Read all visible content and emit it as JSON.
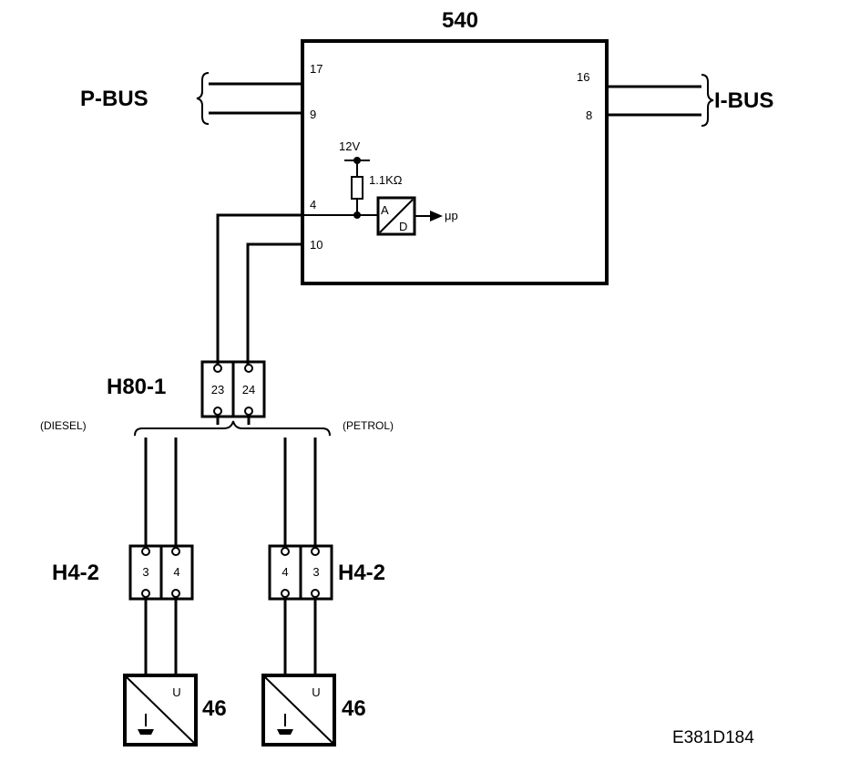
{
  "module": {
    "id": "540",
    "pins": {
      "p17": "17",
      "p9": "9",
      "p16": "16",
      "p8": "8",
      "p4": "4",
      "p10": "10"
    },
    "supply": "12V",
    "resistor": "1.1KΩ",
    "adc_a": "A",
    "adc_d": "D",
    "output": "μp"
  },
  "buses": {
    "left": "P-BUS",
    "right": "I-BUS"
  },
  "connector_main": {
    "id": "H80-1",
    "pins": [
      "23",
      "24"
    ]
  },
  "variants": {
    "left": "(DIESEL)",
    "right": "(PETROL)"
  },
  "connector_left": {
    "id": "H4-2",
    "pins": [
      "3",
      "4"
    ]
  },
  "connector_right": {
    "id": "H4-2",
    "pins": [
      "4",
      "3"
    ]
  },
  "sensor_left": {
    "id": "46",
    "symbol": "U"
  },
  "sensor_right": {
    "id": "46",
    "symbol": "U"
  },
  "drawing_ref": "E381D184"
}
